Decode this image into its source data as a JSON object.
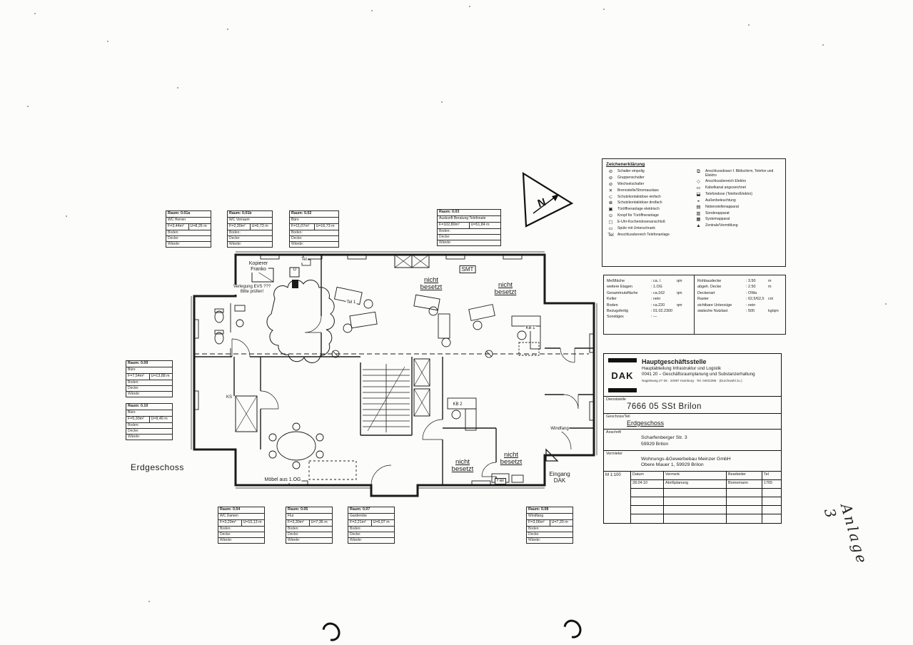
{
  "page": {
    "floor_label": "Erdgeschoss",
    "annotation": "Anlage 3",
    "colors": {
      "ink": "#1b1b1b",
      "paper": "#fcfcfb"
    }
  },
  "north": {
    "letter": "N"
  },
  "legend": {
    "title": "Zeichenerklärung",
    "left": [
      {
        "s": "⊘",
        "t": "Schalter einpolig"
      },
      {
        "s": "⊘",
        "t": "Gruppenschalter"
      },
      {
        "s": "⊘",
        "t": "Wechselschalter"
      },
      {
        "s": "✕",
        "t": "Brennstelle/Stromauslass"
      },
      {
        "s": "⊂",
        "t": "Schutzkontaktdose einfach"
      },
      {
        "s": "⋐",
        "t": "Schutzkontaktdose dreifach"
      },
      {
        "s": "▣",
        "t": "Türöffneranlage elektrisch"
      },
      {
        "s": "⊙",
        "t": "Knopf für Türöffneranlage"
      },
      {
        "s": "▢",
        "t": "E-Uhr-Kochendosenanschluß"
      },
      {
        "s": "▭",
        "t": "Spüle mit Unterschrank"
      },
      {
        "s": "Tel",
        "t": "Anschlussbereich Telefonanlage"
      }
    ],
    "right": [
      {
        "s": "⧉",
        "t": "Anschlussdosen f. Bildschirm, Telefon und Elektro"
      },
      {
        "s": "◇",
        "t": "Anschlussbereich Elektro"
      },
      {
        "s": "▭",
        "t": "Kabelkanal angezeichnet"
      },
      {
        "s": "⬓",
        "t": "Telefondose (Telefon/Elektro)"
      },
      {
        "s": "◒",
        "t": "Außenbeleuchtung"
      },
      {
        "s": "▤",
        "t": "Nebenstellenapparat"
      },
      {
        "s": "▥",
        "t": "Sonderapparat"
      },
      {
        "s": "▦",
        "t": "Systemapparat"
      },
      {
        "s": "▲",
        "t": "Zentrale/Vermittlung"
      }
    ]
  },
  "specs": {
    "left": [
      {
        "l": "Meßfläche",
        "v": ": ca. /.",
        "u": "qm"
      },
      {
        "l": "weitere Etagen",
        "v": ": 1.OG",
        "u": ""
      },
      {
        "l": "Gesamtnutzfläche",
        "v": ": ca.162",
        "u": "qm"
      },
      {
        "l": "Keller",
        "v": ": nein",
        "u": ""
      },
      {
        "l": "Boden",
        "v": ": ca.220",
        "u": "qm"
      },
      {
        "l": "Bezugsfertig",
        "v": ": 01.02.2300",
        "u": ""
      },
      {
        "l": "Sonstiges",
        "v": ": —",
        "u": ""
      }
    ],
    "right": [
      {
        "l": "Rohbaudecke",
        "v": ": 3.50",
        "u": "m"
      },
      {
        "l": "abgeh. Decke",
        "v": ": 2.50",
        "u": "m"
      },
      {
        "l": "Deckenart",
        "v": ": OWa",
        "u": ""
      },
      {
        "l": "Raster",
        "v": ": 62,5/62,5",
        "u": "cm"
      },
      {
        "l": "sichtbare Unterzüge",
        "v": ": nein",
        "u": ""
      },
      {
        "l": "statische Nutzlast",
        "v": ": 500",
        "u": "kg/qm"
      }
    ]
  },
  "title_block": {
    "logo": "DAK",
    "org": "Hauptgeschäftsstelle",
    "dept": "Hauptabteilung Infrastruktur und Logistik",
    "unit": "0041 20 – Geschäftsraumplanung und Substanzerhaltung",
    "address_line": "Nagelsweg 27-35 · 20097 Hamburg · Tel. 040/2396 · (Durchwahl zu.)",
    "dienststelle_label": "Dienststelle",
    "dienststelle": "7666 05 SSt Brilon",
    "geschoss_label": "Geschoss/Teil",
    "geschoss": "Erdgeschoss",
    "anschrift_label": "Anschrift",
    "anschrift": "Scharfenberger Str. 3\n59929 Brilon",
    "vermieter_label": "Vermieter",
    "vermieter": "Wohnungs-&Gewerbebau Meinzer GmbH\nObere Mauer 1, 59929 Brilon",
    "scale": "M 1:100",
    "cols": [
      "Datum",
      "Vermerk",
      "Bearbeiter",
      "Tel"
    ],
    "row": [
      "28.04.10",
      "Abrißplanung",
      "Bornemann",
      "1765"
    ]
  },
  "plan": {
    "labels": {
      "kopierer": "Kopierer\nFranko",
      "tel_small": "Tel",
      "d_box": "D",
      "verlegung": "Verlegung EVS ???\nBitte prüfen!",
      "tel1": "Tel 1",
      "smt": "SMT",
      "vacant1": "nicht\nbesetzt",
      "vacant2": "nicht\nbesetzt",
      "vacant3": "nicht\nbesetzt",
      "vacant4": "nicht\nbesetzt",
      "kb1": "KB 1",
      "kb2": "KB 2",
      "ks": "KS",
      "windfang": "Windfang",
      "eingang": "Eingang\nDAK",
      "moebel": "Möbel aus 1.OG",
      "fax": "Fax"
    }
  },
  "rooms": [
    {
      "hdr": "Raum: 0.01a",
      "name": "WC Herren",
      "f": "F=3,44m²",
      "u": "U=8,26 m",
      "r1": "Boden:",
      "r2": "Decke:",
      "r3": "Wände:"
    },
    {
      "hdr": "Raum: 0.01b",
      "name": "WC Vorraum",
      "f": "F=2,30m²",
      "u": "U=6,73 m",
      "r1": "Boden:",
      "r2": "Decke:",
      "r3": "Wände:"
    },
    {
      "hdr": "Raum: 0.02",
      "name": "Büro",
      "f": "F=11,07m²",
      "u": "U=16,73 m",
      "r1": "Boden:",
      "r2": "Decke:",
      "r3": "Wände:"
    },
    {
      "hdr": "Raum: 0.03",
      "name": "Auskunft Beratung Telefonate",
      "f": "F=102,80m²",
      "u": "U=51,84 m",
      "r1": "Boden:",
      "r2": "Decke:",
      "r3": "Wände:"
    },
    {
      "hdr": "Raum: 0.09",
      "name": "Büro",
      "f": "F=7,54m²",
      "u": "U=13,88 m",
      "r1": "Boden:",
      "r2": "Decke:",
      "r3": "Wände:"
    },
    {
      "hdr": "Raum: 0.10",
      "name": "Büro",
      "f": "F=5,30m²",
      "u": "U=9,40 m",
      "r1": "Boden:",
      "r2": "Decke:",
      "r3": "Wände:"
    },
    {
      "hdr": "Raum: 0.04",
      "name": "WC Damen",
      "f": "F=3,29m²",
      "u": "U=10,13 m",
      "r1": "Boden:",
      "r2": "Decke:",
      "r3": "Wände:"
    },
    {
      "hdr": "Raum: 0.05",
      "name": "Flur",
      "f": "F=3,30m²",
      "u": "U=7,36 m",
      "r1": "Boden:",
      "r2": "Decke:",
      "r3": "Wände:"
    },
    {
      "hdr": "Raum: 0.07",
      "name": "Garderobe",
      "f": "F=2,21m²",
      "u": "U=6,07 m",
      "r1": "Boden:",
      "r2": "Decke:",
      "r3": "Wände:"
    },
    {
      "hdr": "Raum: 0.08",
      "name": "Windfang",
      "f": "F=3,06m²",
      "u": "U=7,20 m",
      "r1": "Boden:",
      "r2": "Decke:",
      "r3": "Wände:"
    }
  ]
}
